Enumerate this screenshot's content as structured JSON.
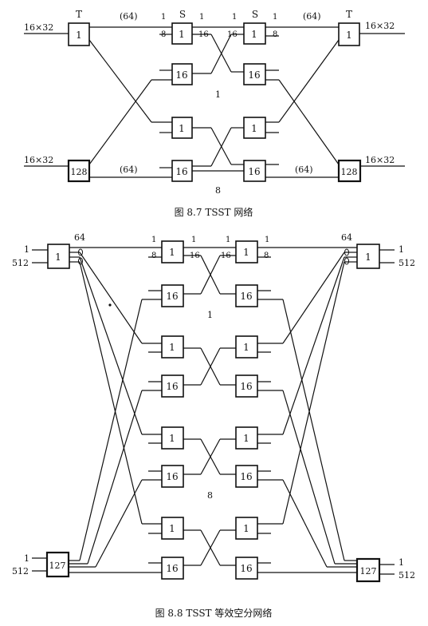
{
  "fig1": {
    "caption": "图 8.7 TSST 网络",
    "label_T": "T",
    "label_S": "S",
    "in_top": "16×32",
    "in_bottom": "16×32",
    "out_top": "16×32",
    "out_bottom": "16×32",
    "link_64": "(64)",
    "box_1": "1",
    "box_16": "16",
    "box_128": "128",
    "port_1": "1",
    "port_8": "8",
    "port_16": "16",
    "mid_1": "1",
    "mid_8": "8"
  },
  "fig2": {
    "caption": "图 8.8 TSST 等效空分网络",
    "in_1": "1",
    "in_512": "512",
    "out_1": "1",
    "out_512": "512",
    "label_64": "64",
    "box_1": "1",
    "box_16": "16",
    "box_127": "127",
    "port_1": "1",
    "port_8": "8",
    "port_16": "16",
    "mid_1": "1",
    "mid_8": "8"
  }
}
